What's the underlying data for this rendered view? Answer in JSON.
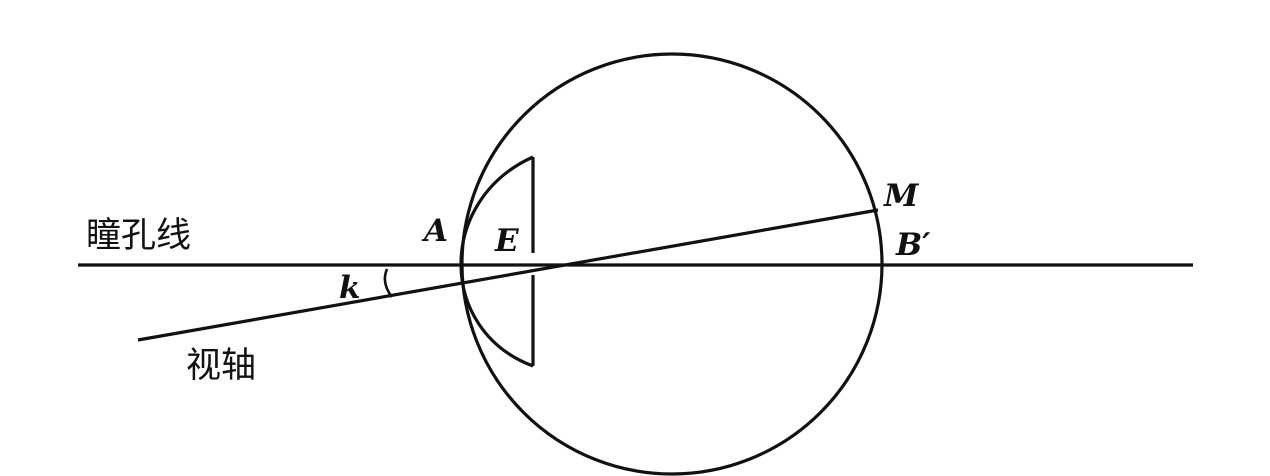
{
  "labels": {
    "pupillary_line": "瞳孔线",
    "visual_axis": "视轴",
    "angle_k": "k",
    "point_a": "A",
    "point_e": "E",
    "point_m": "M",
    "point_b_prime": "B′"
  },
  "colors": {
    "ink": "#111111",
    "background": "#ffffff"
  }
}
